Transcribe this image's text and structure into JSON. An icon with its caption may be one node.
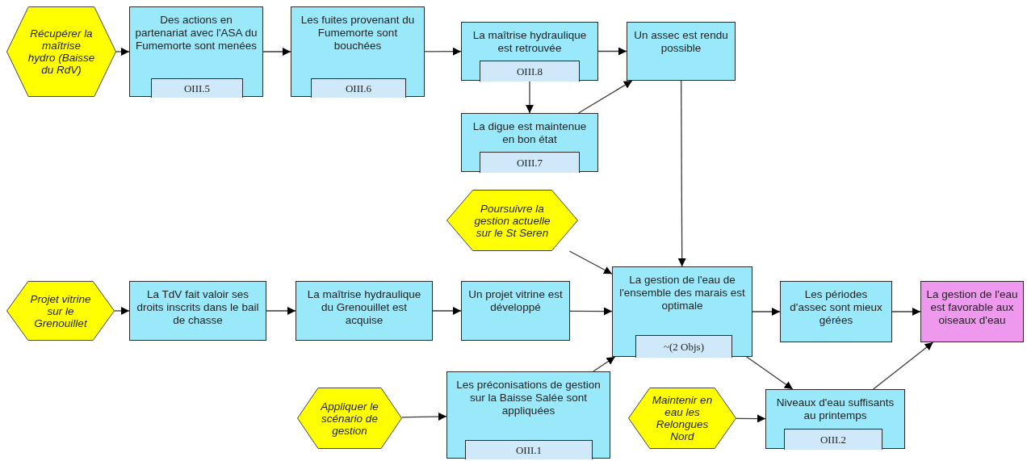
{
  "diagram": {
    "nodes": [
      {
        "text": [
          "Récupérer la maîtrise hydro (Baisse du RdV)"
        ]
      },
      {
        "text": [
          "Des actions en partenariat avec l'ASA du Fumemorte sont menées"
        ]
      },
      {
        "text": [
          "OIII.5"
        ],
        "in": 1
      },
      {
        "text": [
          "Les fuites provenant du Fumemorte sont bouchées"
        ]
      },
      {
        "text": [
          "OIII.6"
        ],
        "in": 3
      },
      {
        "text": [
          "La maîtrise hydraulique est retrouvée"
        ]
      },
      {
        "text": [
          "OIII.8"
        ],
        "in": 5
      },
      {
        "text": [
          "Un assec est rendu possible"
        ]
      },
      {
        "text": [
          "La digue est maintenue en bon état"
        ]
      },
      {
        "text": [
          "OIII.7"
        ],
        "in": 8
      },
      {
        "text": [
          "Poursuivre la gestion actuelle sur le St Seren"
        ]
      },
      {
        "text": [
          "Projet vitrine sur le Grenouillet"
        ]
      },
      {
        "text": [
          "La TdV fait valoir ses droits inscrits dans le bail de chasse"
        ]
      },
      {
        "text": [
          "La maîtrise hydraulique du Grenouillet est acquise"
        ]
      },
      {
        "text": [
          "Un projet vitrine est développé"
        ]
      },
      {
        "text": [
          "La gestion de l'eau de l'ensemble des marais est optimale"
        ]
      },
      {
        "text": [
          "~(2 Objs)"
        ],
        "in": 15
      },
      {
        "text": [
          "Les périodes d'assec sont mieux gérées"
        ]
      },
      {
        "text": [
          "La gestion de l'eau est favorable aux oiseaux d'eau"
        ]
      },
      {
        "text": [
          "Appliquer le scénario de gestion"
        ]
      },
      {
        "text": [
          "Les préconisations de gestion sur la Baisse Salée sont appliquées"
        ]
      },
      {
        "text": [
          "OIII.1"
        ],
        "in": 20
      },
      {
        "text": [
          "Maintenir en eau les Relongues Nord"
        ]
      },
      {
        "text": [
          "Niveaux d'eau suffisants au printemps"
        ]
      },
      {
        "text": [
          "OIII.2"
        ],
        "in": 23
      }
    ],
    "edges": [
      {
        "from": 0,
        "to": 1,
        "arrow": "to"
      },
      {
        "from": 1,
        "to": 3,
        "arrow": "to"
      },
      {
        "from": 3,
        "to": 5,
        "arrow": "to"
      },
      {
        "from": 5,
        "to": 7,
        "arrow": "to"
      },
      {
        "from": 5,
        "to": 8,
        "arrow": "to"
      },
      {
        "from": 8,
        "to": 7,
        "arrow": "to"
      },
      {
        "from": 7,
        "to": 15,
        "arrow": "to"
      },
      {
        "from": 10,
        "to": 15,
        "arrow": "to"
      },
      {
        "from": 11,
        "to": 12,
        "arrow": "to"
      },
      {
        "from": 12,
        "to": 13,
        "arrow": "to"
      },
      {
        "from": 13,
        "to": 14,
        "arrow": "to"
      },
      {
        "from": 14,
        "to": 15,
        "arrow": "to"
      },
      {
        "from": 20,
        "to": 15,
        "arrow": "to"
      },
      {
        "from": 15,
        "to": 17,
        "arrow": "to"
      },
      {
        "from": 17,
        "to": 18,
        "arrow": "to"
      },
      {
        "from": 15,
        "to": 23,
        "arrow": "to"
      },
      {
        "from": 23,
        "to": 18,
        "arrow": "to"
      },
      {
        "from": 19,
        "to": 20,
        "arrow": "to"
      },
      {
        "from": 22,
        "to": 23,
        "arrow": "to"
      }
    ]
  }
}
